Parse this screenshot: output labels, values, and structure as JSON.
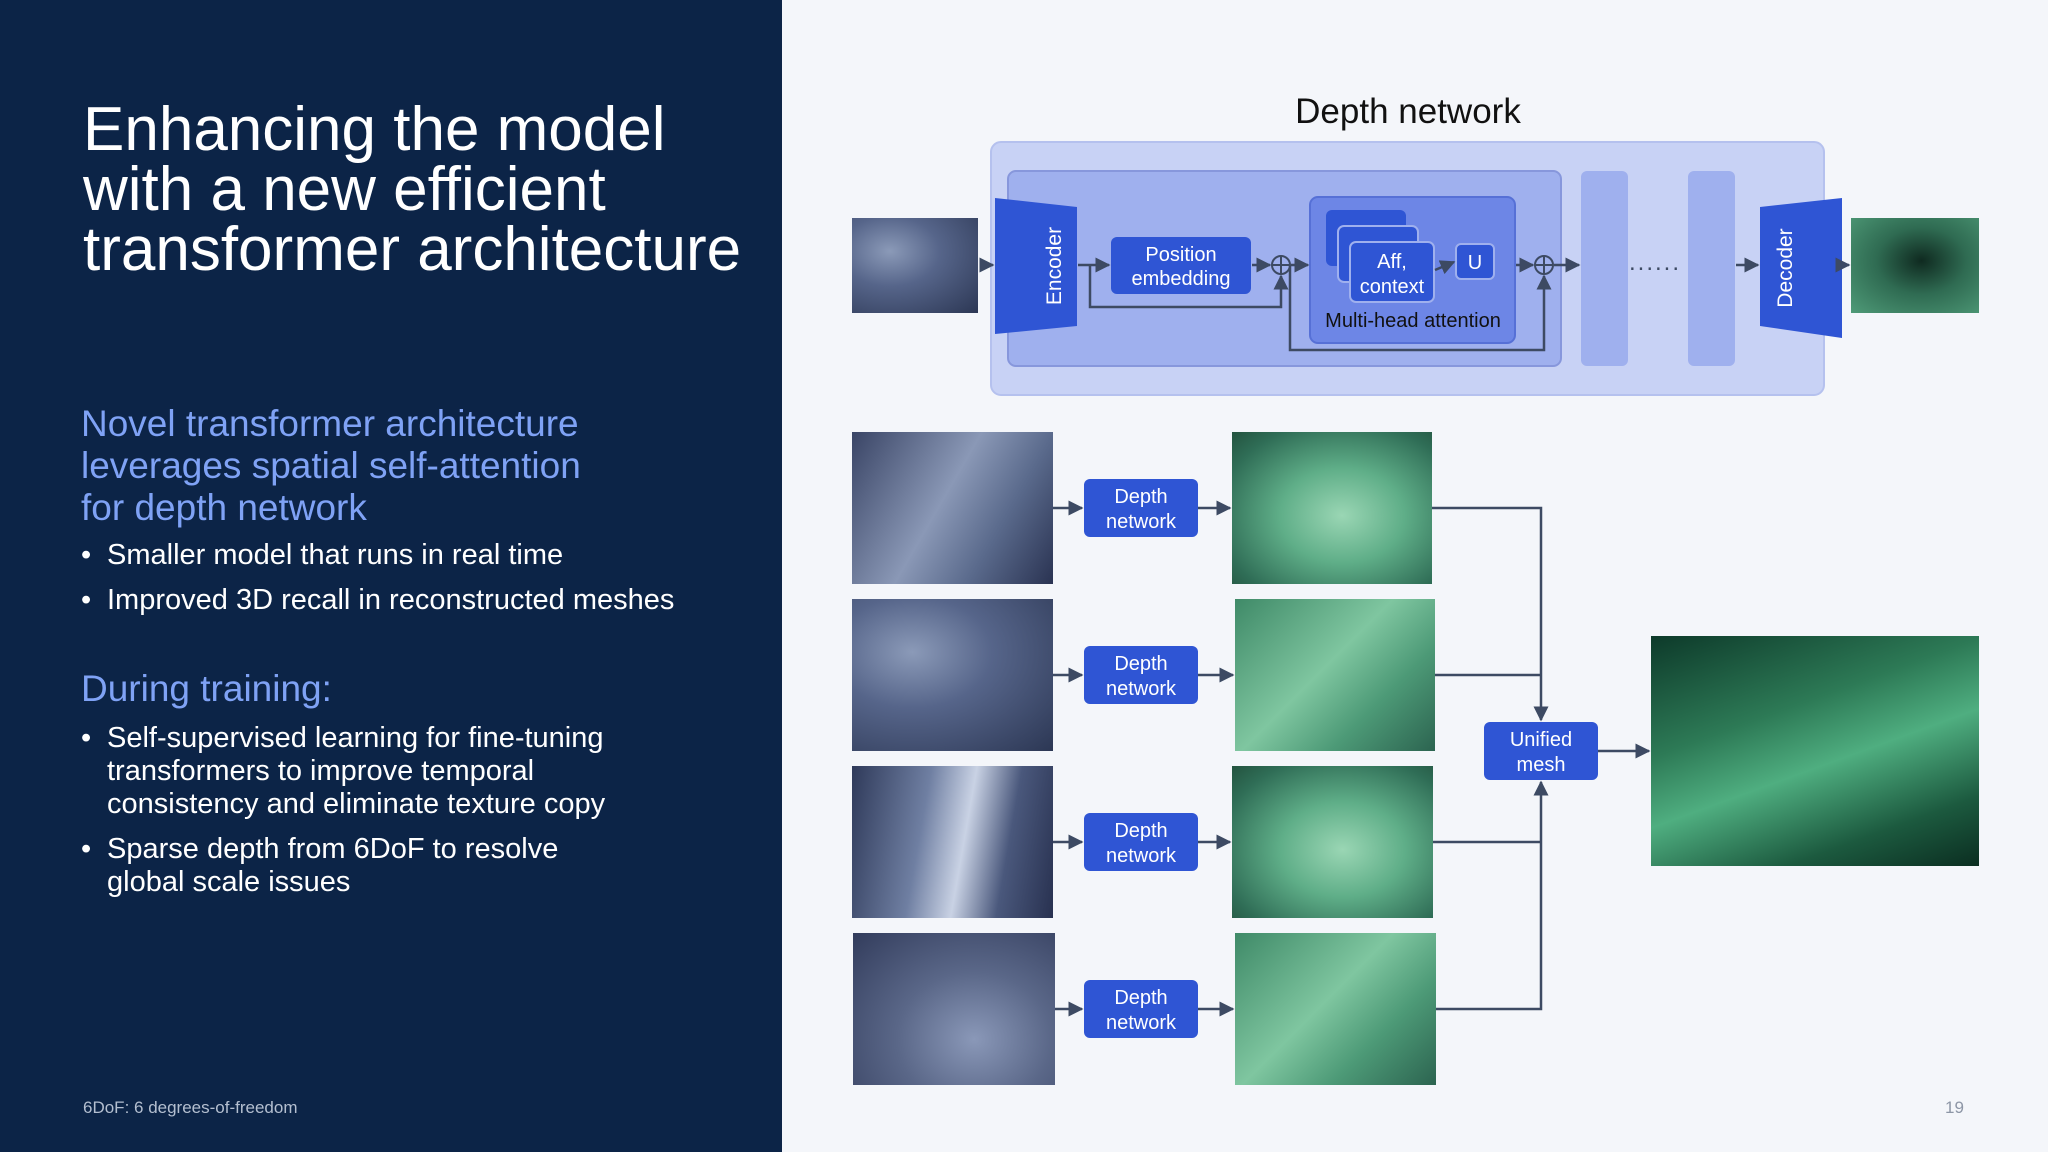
{
  "slide": {
    "title_lines": [
      "Enhancing the model",
      "with a new efficient",
      "transformer architecture"
    ],
    "section1": {
      "heading_lines": [
        "Novel transformer architecture",
        "leverages spatial self-attention",
        "for depth network"
      ],
      "bullets": [
        {
          "lines": [
            "Smaller model that runs in real time"
          ]
        },
        {
          "lines": [
            "Improved 3D recall in reconstructed meshes"
          ]
        }
      ]
    },
    "section2": {
      "heading_lines": [
        "During training:"
      ],
      "bullets": [
        {
          "lines": [
            "Self-supervised learning for fine-tuning",
            "transformers to improve temporal",
            "consistency and eliminate texture copy"
          ]
        },
        {
          "lines": [
            "Sparse depth from 6DoF to resolve",
            "global scale issues"
          ]
        }
      ]
    },
    "footnote": "6DoF: 6 degrees-of-freedom",
    "page_number": "19"
  },
  "diagram": {
    "title": "Depth network",
    "encoder_label": "Encoder",
    "decoder_label": "Decoder",
    "position_embedding_lines": [
      "Position",
      "embedding"
    ],
    "aff_context_lines": [
      "Aff,",
      "context"
    ],
    "u_label": "U",
    "multihead_label": "Multi-head attention",
    "dots": "......",
    "depth_network_lines": [
      "Depth",
      "network"
    ],
    "unified_mesh_lines": [
      "Unified",
      "mesh"
    ]
  },
  "colors": {
    "left_bg": "#0c2447",
    "accent_text": "#7fa2f5",
    "block_blue": "#2f55d4",
    "outer_box": "#c8d2f5",
    "inner_box": "#9fb0ee",
    "arrow": "#3d4a63"
  }
}
